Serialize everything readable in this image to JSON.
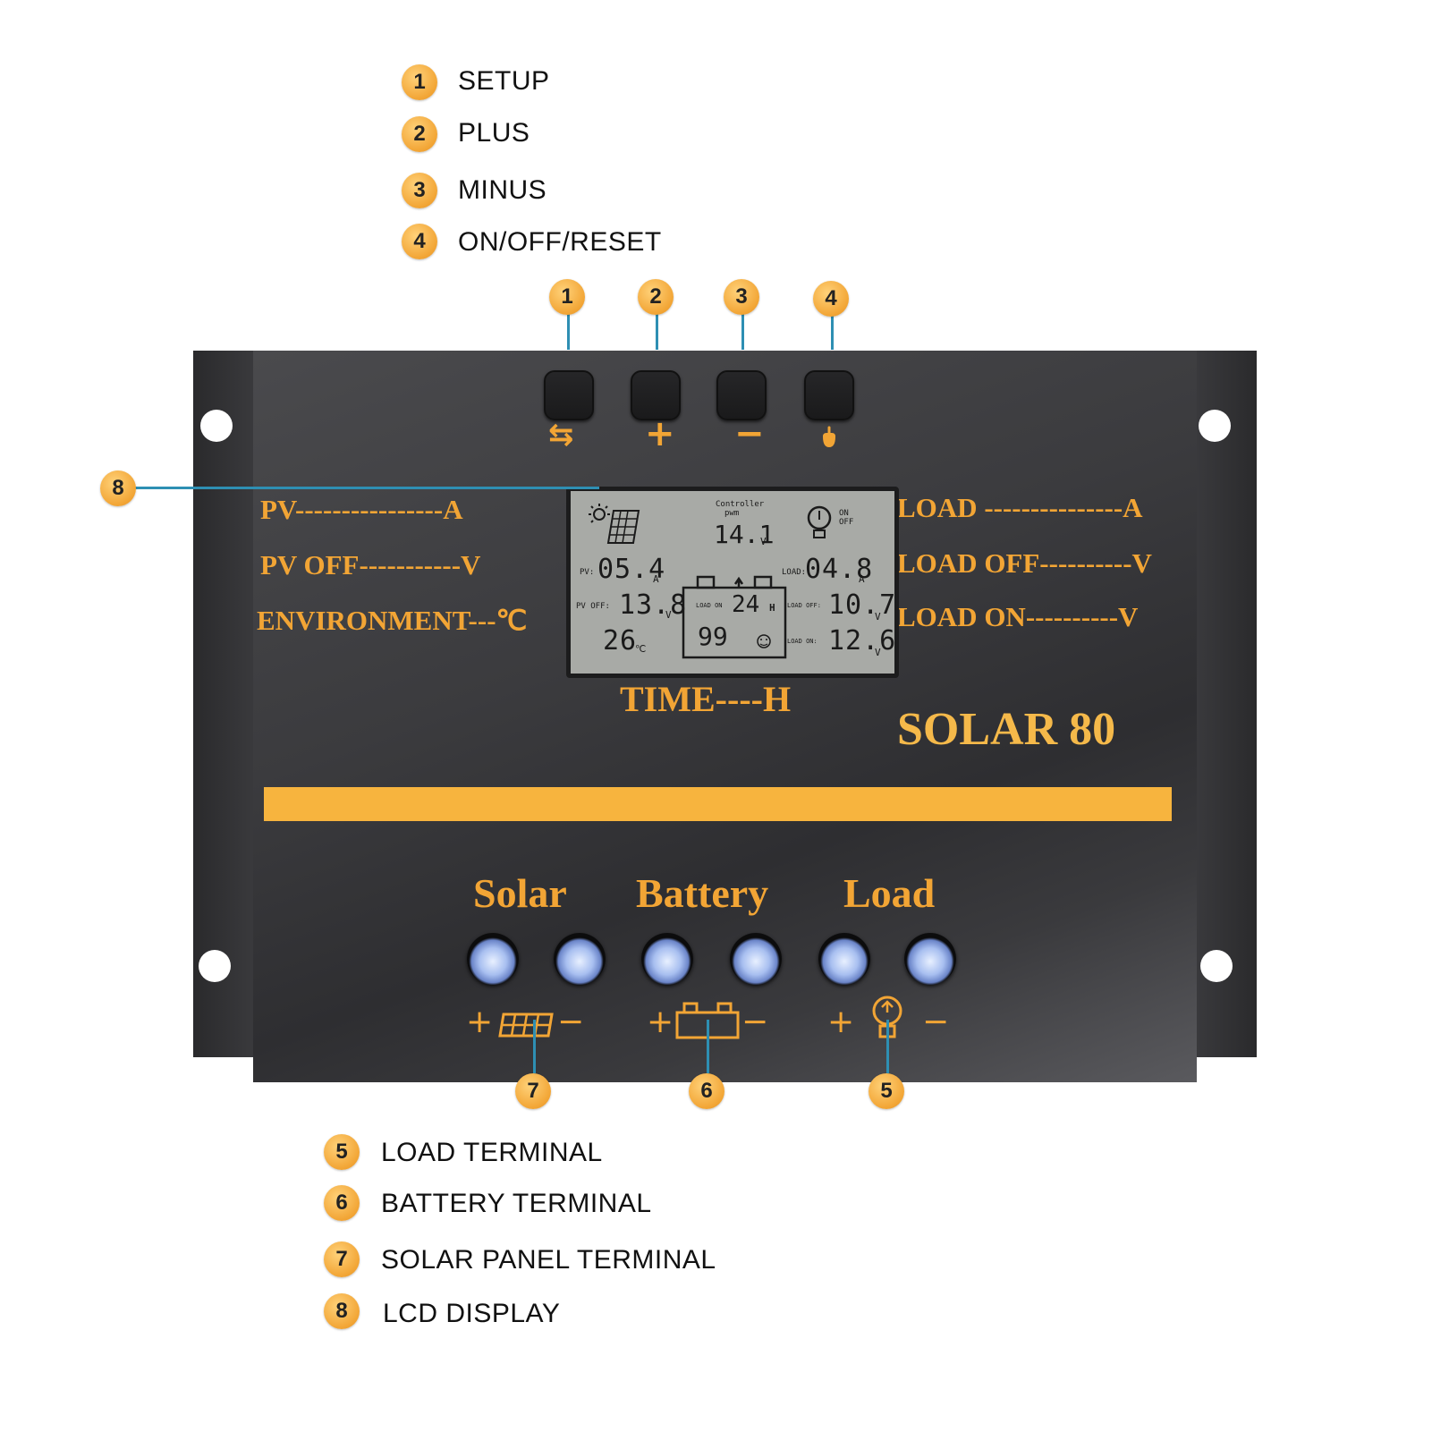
{
  "legend_top": [
    {
      "num": "1",
      "label": "SETUP"
    },
    {
      "num": "2",
      "label": "PLUS"
    },
    {
      "num": "3",
      "label": "MINUS"
    },
    {
      "num": "4",
      "label": "ON/OFF/RESET"
    }
  ],
  "legend_bottom": [
    {
      "num": "5",
      "label": "LOAD  TERMINAL"
    },
    {
      "num": "6",
      "label": "BATTERY  TERMINAL"
    },
    {
      "num": "7",
      "label": "SOLAR  PANEL  TERMINAL"
    },
    {
      "num": "8",
      "label": "LCD  DISPLAY"
    }
  ],
  "callouts": {
    "c1": "1",
    "c2": "2",
    "c3": "3",
    "c4": "4",
    "c5": "5",
    "c6": "6",
    "c7": "7",
    "c8": "8"
  },
  "button_symbols": {
    "setup": "⇆",
    "plus": "+",
    "minus": "−"
  },
  "panel_labels": {
    "pv": "PV----------------A",
    "pv_off": "PV  OFF-----------V",
    "environment": "ENVIRONMENT---℃",
    "load": "LOAD ---------------A",
    "load_off": "LOAD OFF----------V",
    "load_on": "LOAD ON----------V",
    "time": "TIME----H",
    "model": "SOLAR 80"
  },
  "lcd": {
    "controller": "Controller",
    "pwm": "pwm",
    "voltage": "14.1",
    "voltage_unit": "V",
    "on": "ON",
    "off": "OFF",
    "pv_label": "PV:",
    "pv_value": "05.4",
    "pv_unit": "A",
    "pv_off_label": "PV OFF:",
    "pv_off_value": "13.8",
    "pv_off_unit": "V",
    "temp_value": "26",
    "temp_unit": "℃",
    "load_label": "LOAD:",
    "load_value": "04.8",
    "load_unit": "A",
    "load_on_label": "LOAD ON",
    "hours_value": "24",
    "hours_unit": "H",
    "battery_percent": "99",
    "load_off_label": "LOAD OFF:",
    "load_off_value": "10.7",
    "load_off_unit": "V",
    "load_on2_label": "LOAD ON:",
    "load_on_value": "12.6",
    "load_on_unit": "V"
  },
  "terminal_groups": {
    "solar": "Solar",
    "battery": "Battery",
    "load": "Load"
  },
  "polarity": {
    "plus": "+",
    "minus": "−"
  },
  "colors": {
    "accent": "#f2a535",
    "lead_line": "#2e8fb3",
    "panel": "#3b3b3e"
  }
}
